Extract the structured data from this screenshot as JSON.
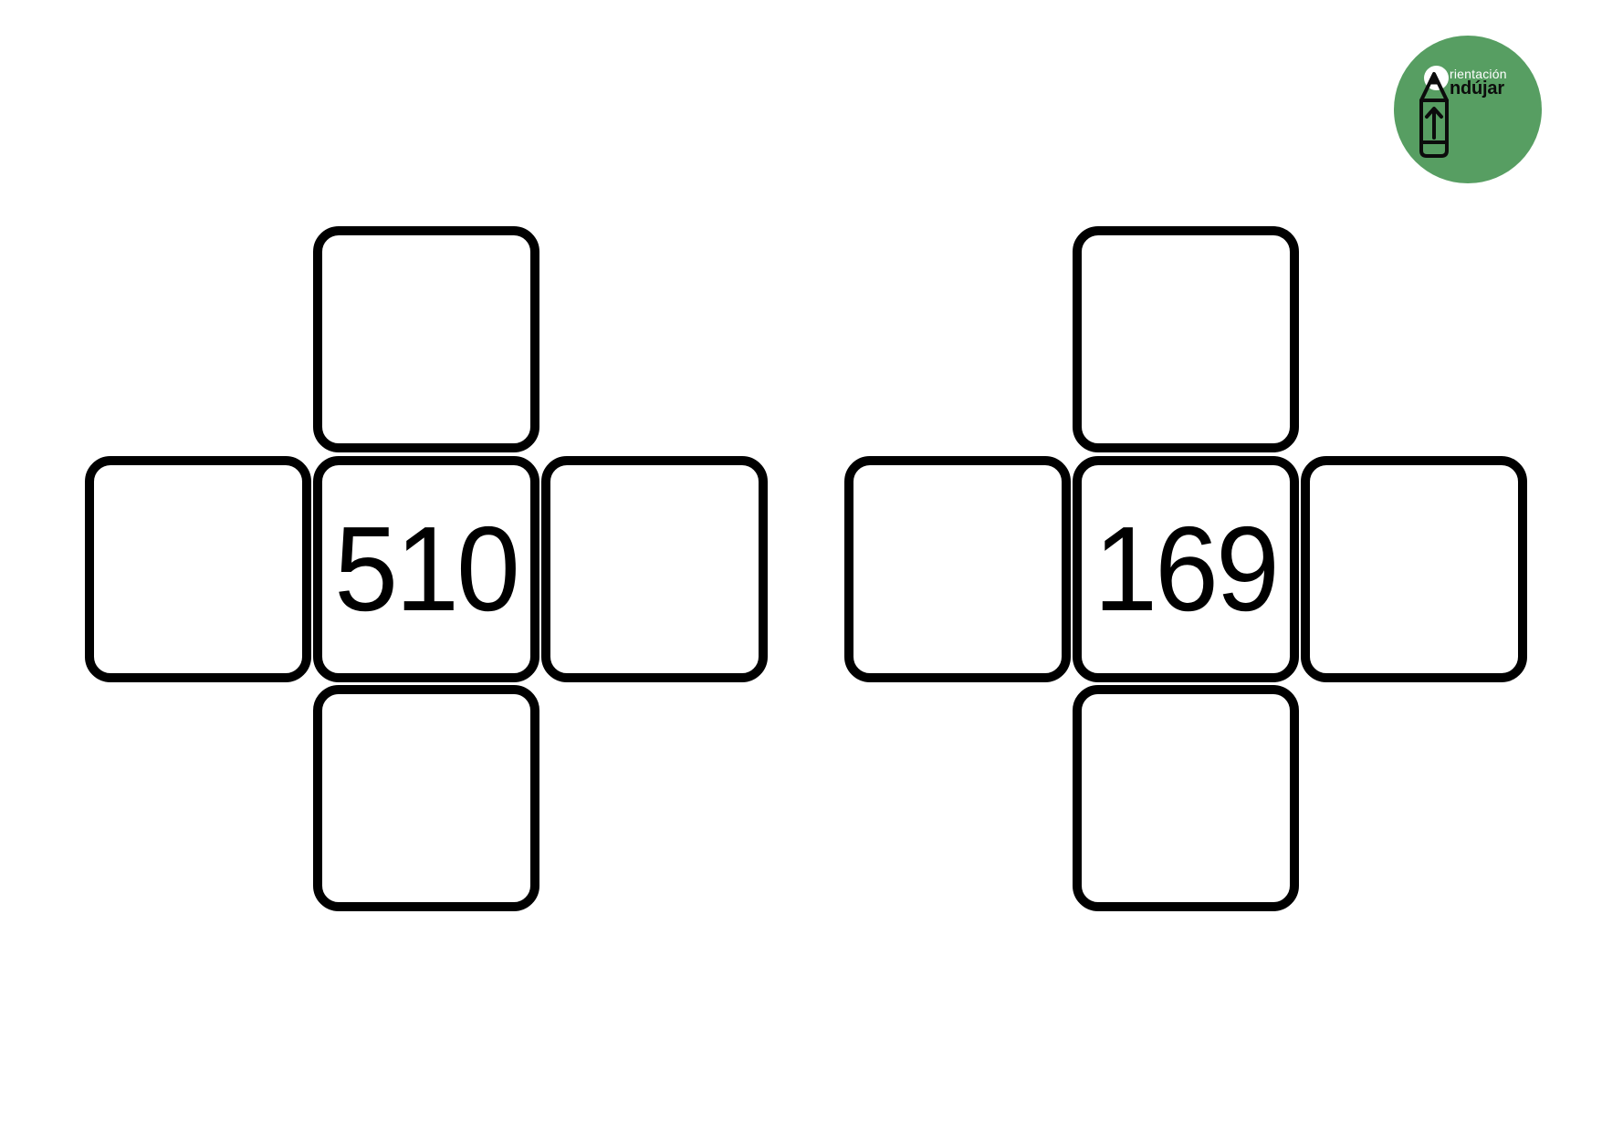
{
  "logo": {
    "title": "Orientación Andújar",
    "text_top": "rientación",
    "text_bottom": "ndújar",
    "circle_color": "#579e62",
    "icon": "pencil-icon"
  },
  "worksheet": {
    "crosses": [
      {
        "center_value": "510",
        "top_value": "",
        "left_value": "",
        "right_value": "",
        "bottom_value": ""
      },
      {
        "center_value": "169",
        "top_value": "",
        "left_value": "",
        "right_value": "",
        "bottom_value": ""
      }
    ]
  }
}
